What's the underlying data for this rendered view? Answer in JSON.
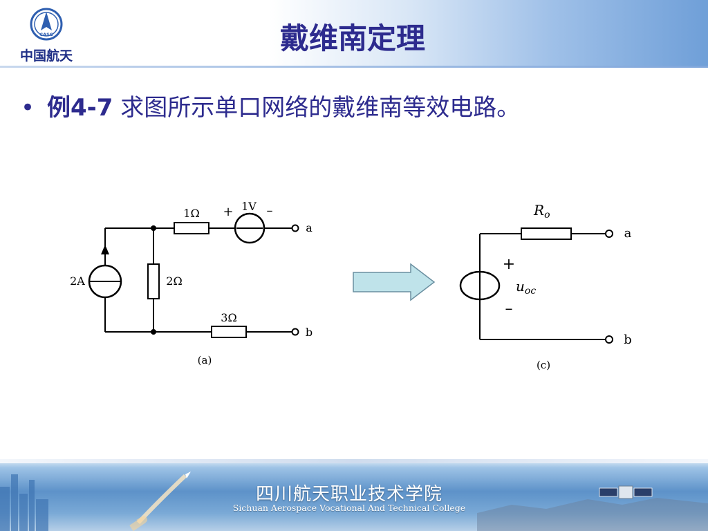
{
  "header": {
    "logo_text": "中国航天",
    "logo_badge": "CASC",
    "title": "戴维南定理"
  },
  "content": {
    "bullet": "•",
    "example_label": "例4-7",
    "example_text": " 求图所示单口网络的戴维南等效电路。"
  },
  "circuit_a": {
    "r1": "1Ω",
    "v_source": "1V",
    "plus": "+",
    "minus": "–",
    "i_source": "2A",
    "r2": "2Ω",
    "r3": "3Ω",
    "terminal_a": "a",
    "terminal_b": "b",
    "caption": "(a)"
  },
  "circuit_c": {
    "r0_main": "R",
    "r0_sub": "o",
    "uoc_main": "u",
    "uoc_sub": "oc",
    "plus": "+",
    "minus": "–",
    "terminal_a": "a",
    "terminal_b": "b",
    "caption": "(c)"
  },
  "footer": {
    "college_cn": "四川航天职业技术学院",
    "college_en": "Sichuan Aerospace Vocational And Technical College"
  },
  "colors": {
    "title": "#2d2b8e",
    "arrow_fill": "#bfe3ea",
    "arrow_stroke": "#6a8fa0"
  }
}
